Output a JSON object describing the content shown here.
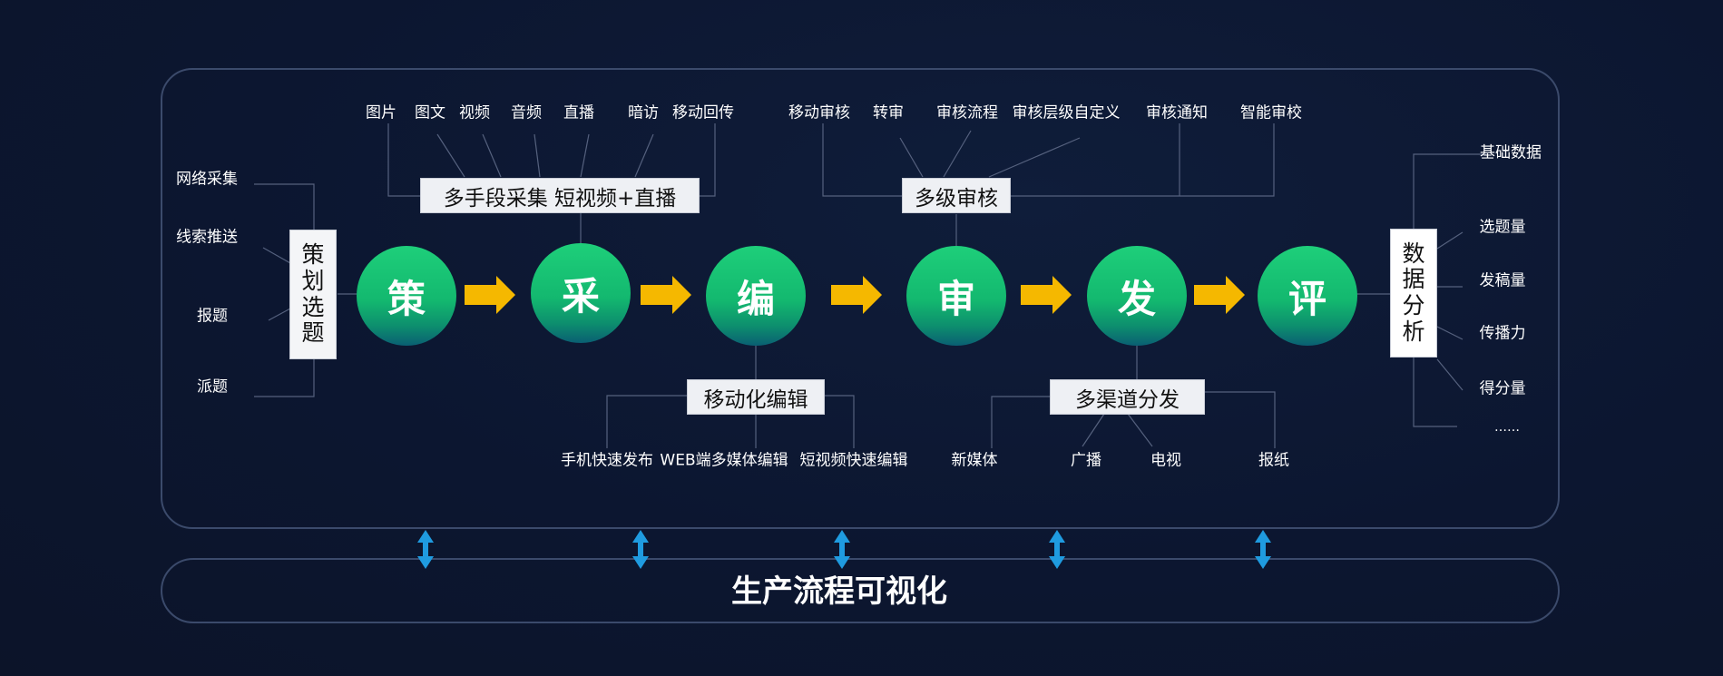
{
  "stages": [
    "策",
    "采",
    "编",
    "审",
    "发",
    "评"
  ],
  "planning": {
    "box": "策划选题",
    "items": [
      "网络采集",
      "线索推送",
      "报题",
      "派题"
    ]
  },
  "collect": {
    "box": "多手段采集  短视频+直播",
    "items": [
      "图片",
      "图文",
      "视频",
      "音频",
      "直播",
      "暗访",
      "移动回传"
    ]
  },
  "edit": {
    "box": "移动化编辑",
    "items": [
      "手机快速发布",
      "WEB端多媒体编辑",
      "短视频快速编辑"
    ]
  },
  "review": {
    "box": "多级审核",
    "items": [
      "移动审核",
      "转审",
      "审核流程",
      "审核层级自定义",
      "审核通知",
      "智能审校"
    ]
  },
  "publish": {
    "box": "多渠道分发",
    "items": [
      "新媒体",
      "广播",
      "电视",
      "报纸"
    ]
  },
  "analysis": {
    "box": "数据分析",
    "items": [
      "基础数据",
      "选题量",
      "发稿量",
      "传播力",
      "得分量",
      "……"
    ]
  },
  "bottom_title": "生产流程可视化",
  "colors": {
    "arrow": "#f5b800",
    "updown": "#1f9be0",
    "circle_top": "#1ecf7a",
    "circle_bottom": "#0a5f72",
    "frame": "#3b4a6b"
  }
}
